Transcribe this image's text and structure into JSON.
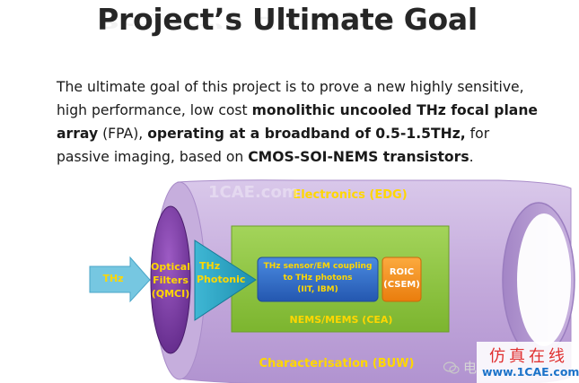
{
  "slide": {
    "title": "Project’s Ultimate Goal",
    "body": {
      "t1": "The ultimate goal of this project is to prove a new highly sensitive, high performance, low cost ",
      "b1": "monolithic uncooled THz focal plane array",
      "t2": " (FPA), ",
      "b2": "operating at a broadband of 0.5-1.5THz,",
      "t3": " for passive imaging, based on ",
      "b3": "CMOS-SOI-NEMS transistors",
      "t4": "."
    }
  },
  "diagram": {
    "electronics": "Electronics (EDG)",
    "characterisation": "Characterisation (BUW)",
    "input": "THz",
    "optical_filters_l1": "Optical",
    "optical_filters_l2": "Filters",
    "optical_filters_l3": "(QMCI)",
    "photonic_l1": "THz",
    "photonic_l2": "Photonic",
    "sensor_l1": "THz sensor/EM coupling",
    "sensor_l2": "to THz photons",
    "sensor_l3": "(IIT, IBM)",
    "roic_l1": "ROIC",
    "roic_l2": "(CSEM)",
    "nems": "NEMS/MEMS (CEA)"
  },
  "watermark": {
    "logo_text": "仿真在线",
    "url": "www.1CAE.com",
    "left_text": "电",
    "ghost_text": "1CAE.com"
  },
  "colors": {
    "tube": "#c9b3df",
    "tube_dark": "#a98cc9",
    "text_yellow": "#ffd700",
    "text_white": "#ffffff",
    "qmci": "#7a3d9e",
    "photonic": "#2fa6c4",
    "nems": "#8dc63f",
    "sensor": "#2e6fc9",
    "roic": "#f7941d",
    "arrow": "#74c6e0",
    "watermark_red": "#e03030",
    "watermark_blue": "#1c73c9"
  }
}
